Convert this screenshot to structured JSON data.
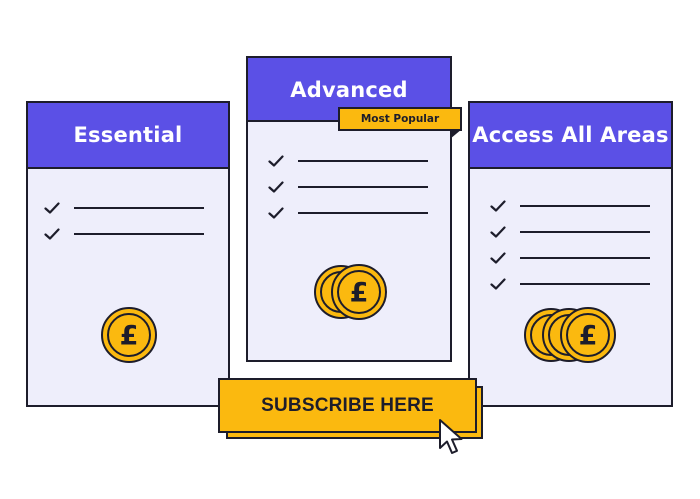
{
  "plans": [
    {
      "name": "Essential",
      "features": 2,
      "coins": 1
    },
    {
      "name": "Advanced",
      "features": 3,
      "coins": 2
    },
    {
      "name": "Access All Areas",
      "features": 4,
      "coins": 3
    }
  ],
  "badge": {
    "label": "Most Popular"
  },
  "cta": {
    "label": "SUBSCRIBE HERE"
  },
  "currency_symbol": "£",
  "icons": {
    "check": "check-icon",
    "coin": "pound-coin-icon",
    "cursor": "pointer-cursor-icon"
  },
  "colors": {
    "header": "#5b50e6",
    "card": "#eeeefb",
    "accent": "#fbb90f",
    "outline": "#1d1d2b"
  }
}
